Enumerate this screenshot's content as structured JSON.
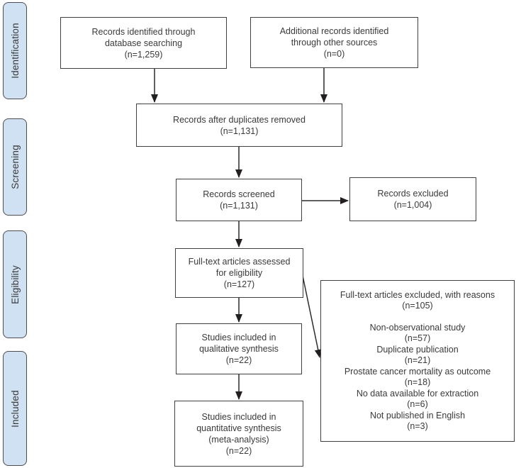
{
  "colors": {
    "stage_fill": "#cfe1f3",
    "stage_border": "#4d4d4d",
    "box_border": "#3f3f3f",
    "text": "#3a3a3a",
    "arrow": "#231f20",
    "background": "#ffffff"
  },
  "stages": {
    "identification": "Identification",
    "screening": "Screening",
    "eligibility": "Eligibility",
    "included": "Included"
  },
  "boxes": {
    "records_identified": {
      "label": "Records identified through\ndatabase searching",
      "count": "(n=1,259)"
    },
    "additional_records": {
      "label": "Additional records identified\nthrough other sources",
      "count": "(n=0)"
    },
    "duplicates_removed": {
      "label": "Records after duplicates removed",
      "count": "(n=1,131)"
    },
    "records_screened": {
      "label": "Records screened",
      "count": "(n=1,131)"
    },
    "records_excluded": {
      "label": "Records excluded",
      "count": "(n=1,004)"
    },
    "fulltext_assessed": {
      "label": "Full-text articles assessed\nfor eligibility",
      "count": "(n=127)"
    },
    "fulltext_excluded": {
      "title": "Full-text articles excluded, with reasons",
      "count": "(n=105)",
      "reasons": [
        {
          "label": "Non-observational study",
          "count": "(n=57)"
        },
        {
          "label": "Duplicate publication",
          "count": "(n=21)"
        },
        {
          "label": "Prostate cancer mortality as outcome",
          "count": "(n=18)"
        },
        {
          "label": "No data available for extraction",
          "count": "(n=6)"
        },
        {
          "label": "Not published in English",
          "count": "(n=3)"
        }
      ]
    },
    "qualitative_synthesis": {
      "label": "Studies included in\nqualitative synthesis",
      "count": "(n=22)"
    },
    "quantitative_synthesis": {
      "label": "Studies included in\nquantitative synthesis\n(meta-analysis)",
      "count": "(n=22)"
    }
  }
}
